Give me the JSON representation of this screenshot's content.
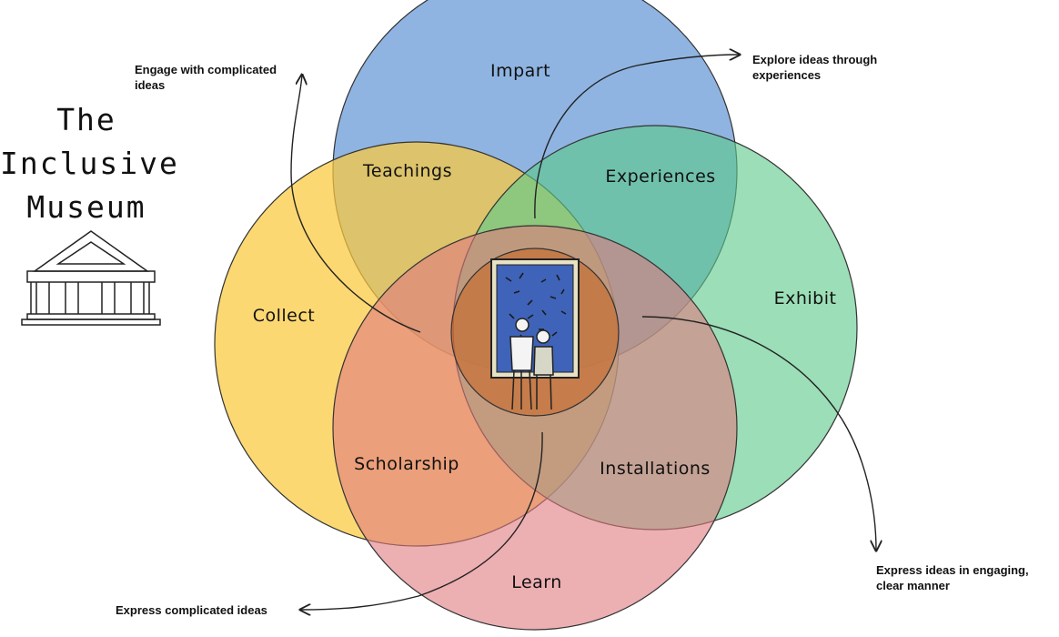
{
  "title": {
    "line1": "The",
    "line2": "Inclusive",
    "line3": "Museum"
  },
  "icons": {
    "museum": "museum-building-icon",
    "painting": "painting-viewers-icon"
  },
  "circles": {
    "impart": {
      "label": "Impart",
      "color": "#6f9fd8"
    },
    "collect": {
      "label": "Collect",
      "color": "#fbc93d"
    },
    "exhibit": {
      "label": "Exhibit",
      "color": "#5dc98a"
    },
    "learn": {
      "label": "Learn",
      "color": "#e07a7f"
    },
    "center": {
      "color": "#c8631f"
    }
  },
  "intersections": {
    "teachings": "Teachings",
    "experiences": "Experiences",
    "scholarship": "Scholarship",
    "installations": "Installations"
  },
  "annotations": {
    "engage": {
      "line1": "Engage with complicated",
      "line2": "ideas"
    },
    "explore": {
      "line1": "Explore ideas through",
      "line2": "experiences"
    },
    "express_engaging": {
      "line1": "Express ideas in engaging,",
      "line2": "clear manner"
    },
    "express_complicated": {
      "line1": "Express complicated ideas"
    }
  }
}
